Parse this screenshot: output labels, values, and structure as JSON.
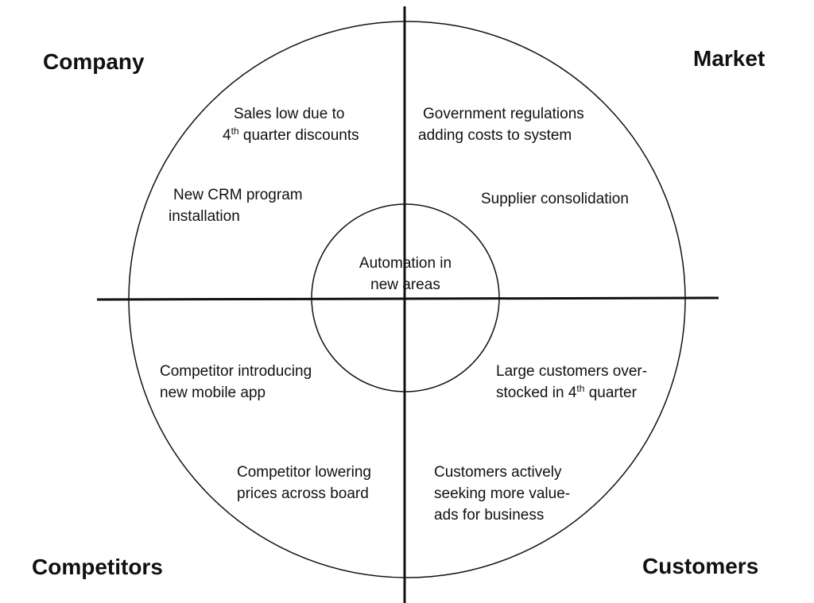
{
  "quadrants": {
    "company": "Company",
    "market": "Market",
    "competitors": "Competitors",
    "customers": "Customers"
  },
  "center": {
    "line1": "Automation in",
    "line2": "new areas"
  },
  "notes": {
    "sales_low": {
      "line1": "Sales low due to",
      "line2_num": "4",
      "line2_sup": "th",
      "line2_rest": " quarter discounts"
    },
    "crm": {
      "line1": "New CRM program",
      "line2": "installation"
    },
    "gov_regs": {
      "line1": "Government regulations",
      "line2": "adding costs to system"
    },
    "supplier": {
      "line1": "Supplier consolidation"
    },
    "mobile_app": {
      "line1": "Competitor introducing",
      "line2": "new mobile app"
    },
    "lowering_prices": {
      "line1": "Competitor lowering",
      "line2": "prices across board"
    },
    "overstocked": {
      "line1": "Large customers over-",
      "line2_pre": "stocked in 4",
      "line2_sup": "th",
      "line2_rest": " quarter"
    },
    "value_ads": {
      "line1": "Customers actively",
      "line2": "seeking more value-",
      "line3": "ads for business"
    }
  },
  "colors": {
    "stroke": "#111111",
    "text": "#111111",
    "background": "#ffffff"
  }
}
